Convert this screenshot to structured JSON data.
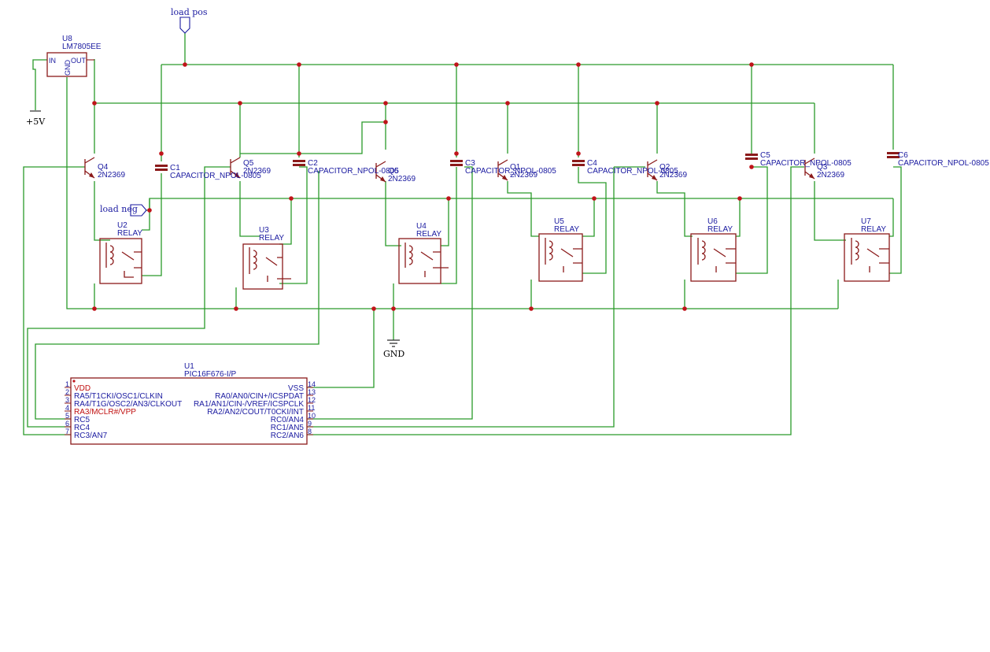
{
  "colors": {
    "wire": "#2a9a2a",
    "component": "#8b1a1a",
    "junction": "#c0141a",
    "label_text": "#1a1aa0",
    "red_text": "#c01010",
    "background": "#ffffff"
  },
  "regulator": {
    "ref": "U8",
    "value": "LM7805EE",
    "pin_in": "IN",
    "pin_out": "OUT",
    "pin_gnd": "GND"
  },
  "power": {
    "plus5v": "+5V",
    "gnd": "GND",
    "load_pos": "load pos",
    "load_neg": "load neg"
  },
  "transistors": [
    {
      "ref": "Q4",
      "value": "2N2369"
    },
    {
      "ref": "Q5",
      "value": "2N2369"
    },
    {
      "ref": "Q6",
      "value": "2N2369"
    },
    {
      "ref": "Q1",
      "value": "2N2369"
    },
    {
      "ref": "Q2",
      "value": "2N2369"
    },
    {
      "ref": "Q3",
      "value": "2N2369"
    }
  ],
  "capacitors": [
    {
      "ref": "C1",
      "value": "CAPACITOR_NPOL-0805"
    },
    {
      "ref": "C2",
      "value": "CAPACITOR_NPOL-0805"
    },
    {
      "ref": "C3",
      "value": "CAPACITOR_NPOL-0805"
    },
    {
      "ref": "C4",
      "value": "CAPACITOR_NPOL-0805"
    },
    {
      "ref": "C5",
      "value": "CAPACITOR_NPOL-0805"
    },
    {
      "ref": "C6",
      "value": "CAPACITOR_NPOL-0805"
    }
  ],
  "relays": [
    {
      "ref": "U2",
      "value": "RELAY"
    },
    {
      "ref": "U3",
      "value": "RELAY"
    },
    {
      "ref": "U4",
      "value": "RELAY"
    },
    {
      "ref": "U5",
      "value": "RELAY"
    },
    {
      "ref": "U6",
      "value": "RELAY"
    },
    {
      "ref": "U7",
      "value": "RELAY"
    }
  ],
  "mcu": {
    "ref": "U1",
    "value": "PIC16F676-I/P",
    "left_pins": [
      {
        "num": "1",
        "name": "VDD"
      },
      {
        "num": "2",
        "name": "RA5/T1CKI/OSC1/CLKIN"
      },
      {
        "num": "3",
        "name": "RA4/T1G/OSC2/AN3/CLKOUT"
      },
      {
        "num": "4",
        "name": "RA3/MCLR#/VPP"
      },
      {
        "num": "5",
        "name": "RC5"
      },
      {
        "num": "6",
        "name": "RC4"
      },
      {
        "num": "7",
        "name": "RC3/AN7"
      }
    ],
    "right_pins": [
      {
        "num": "14",
        "name": "VSS"
      },
      {
        "num": "13",
        "name": "RA0/AN0/CIN+/ICSPDAT"
      },
      {
        "num": "12",
        "name": "RA1/AN1/CIN-/VREF/ICSPCLK"
      },
      {
        "num": "11",
        "name": "RA2/AN2/COUT/T0CKI/INT"
      },
      {
        "num": "10",
        "name": "RC0/AN4"
      },
      {
        "num": "9",
        "name": "RC1/AN5"
      },
      {
        "num": "8",
        "name": "RC2/AN6"
      }
    ]
  }
}
